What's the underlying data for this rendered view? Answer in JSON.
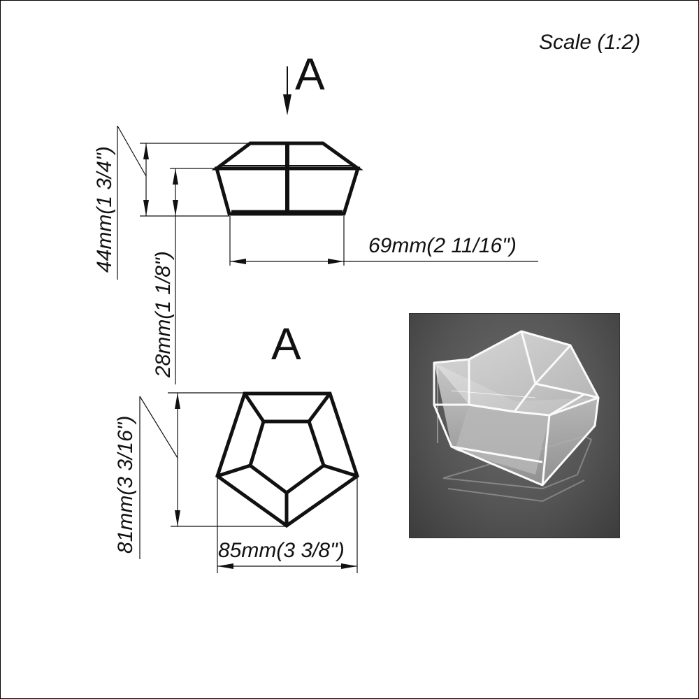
{
  "sheet": {
    "scale_label": "Scale (1:2)",
    "view_marker": "A",
    "view_title": "A"
  },
  "dimensions": {
    "total_height": "44mm(1 3/4\")",
    "body_height": "28mm(1 1/8\")",
    "base_width": "69mm(2 11/16\")",
    "top_height": "81mm(3 3/16\")",
    "top_width": "85mm(3 3/8\")"
  },
  "colors": {
    "line": "#111111",
    "render_background": "#555555"
  }
}
